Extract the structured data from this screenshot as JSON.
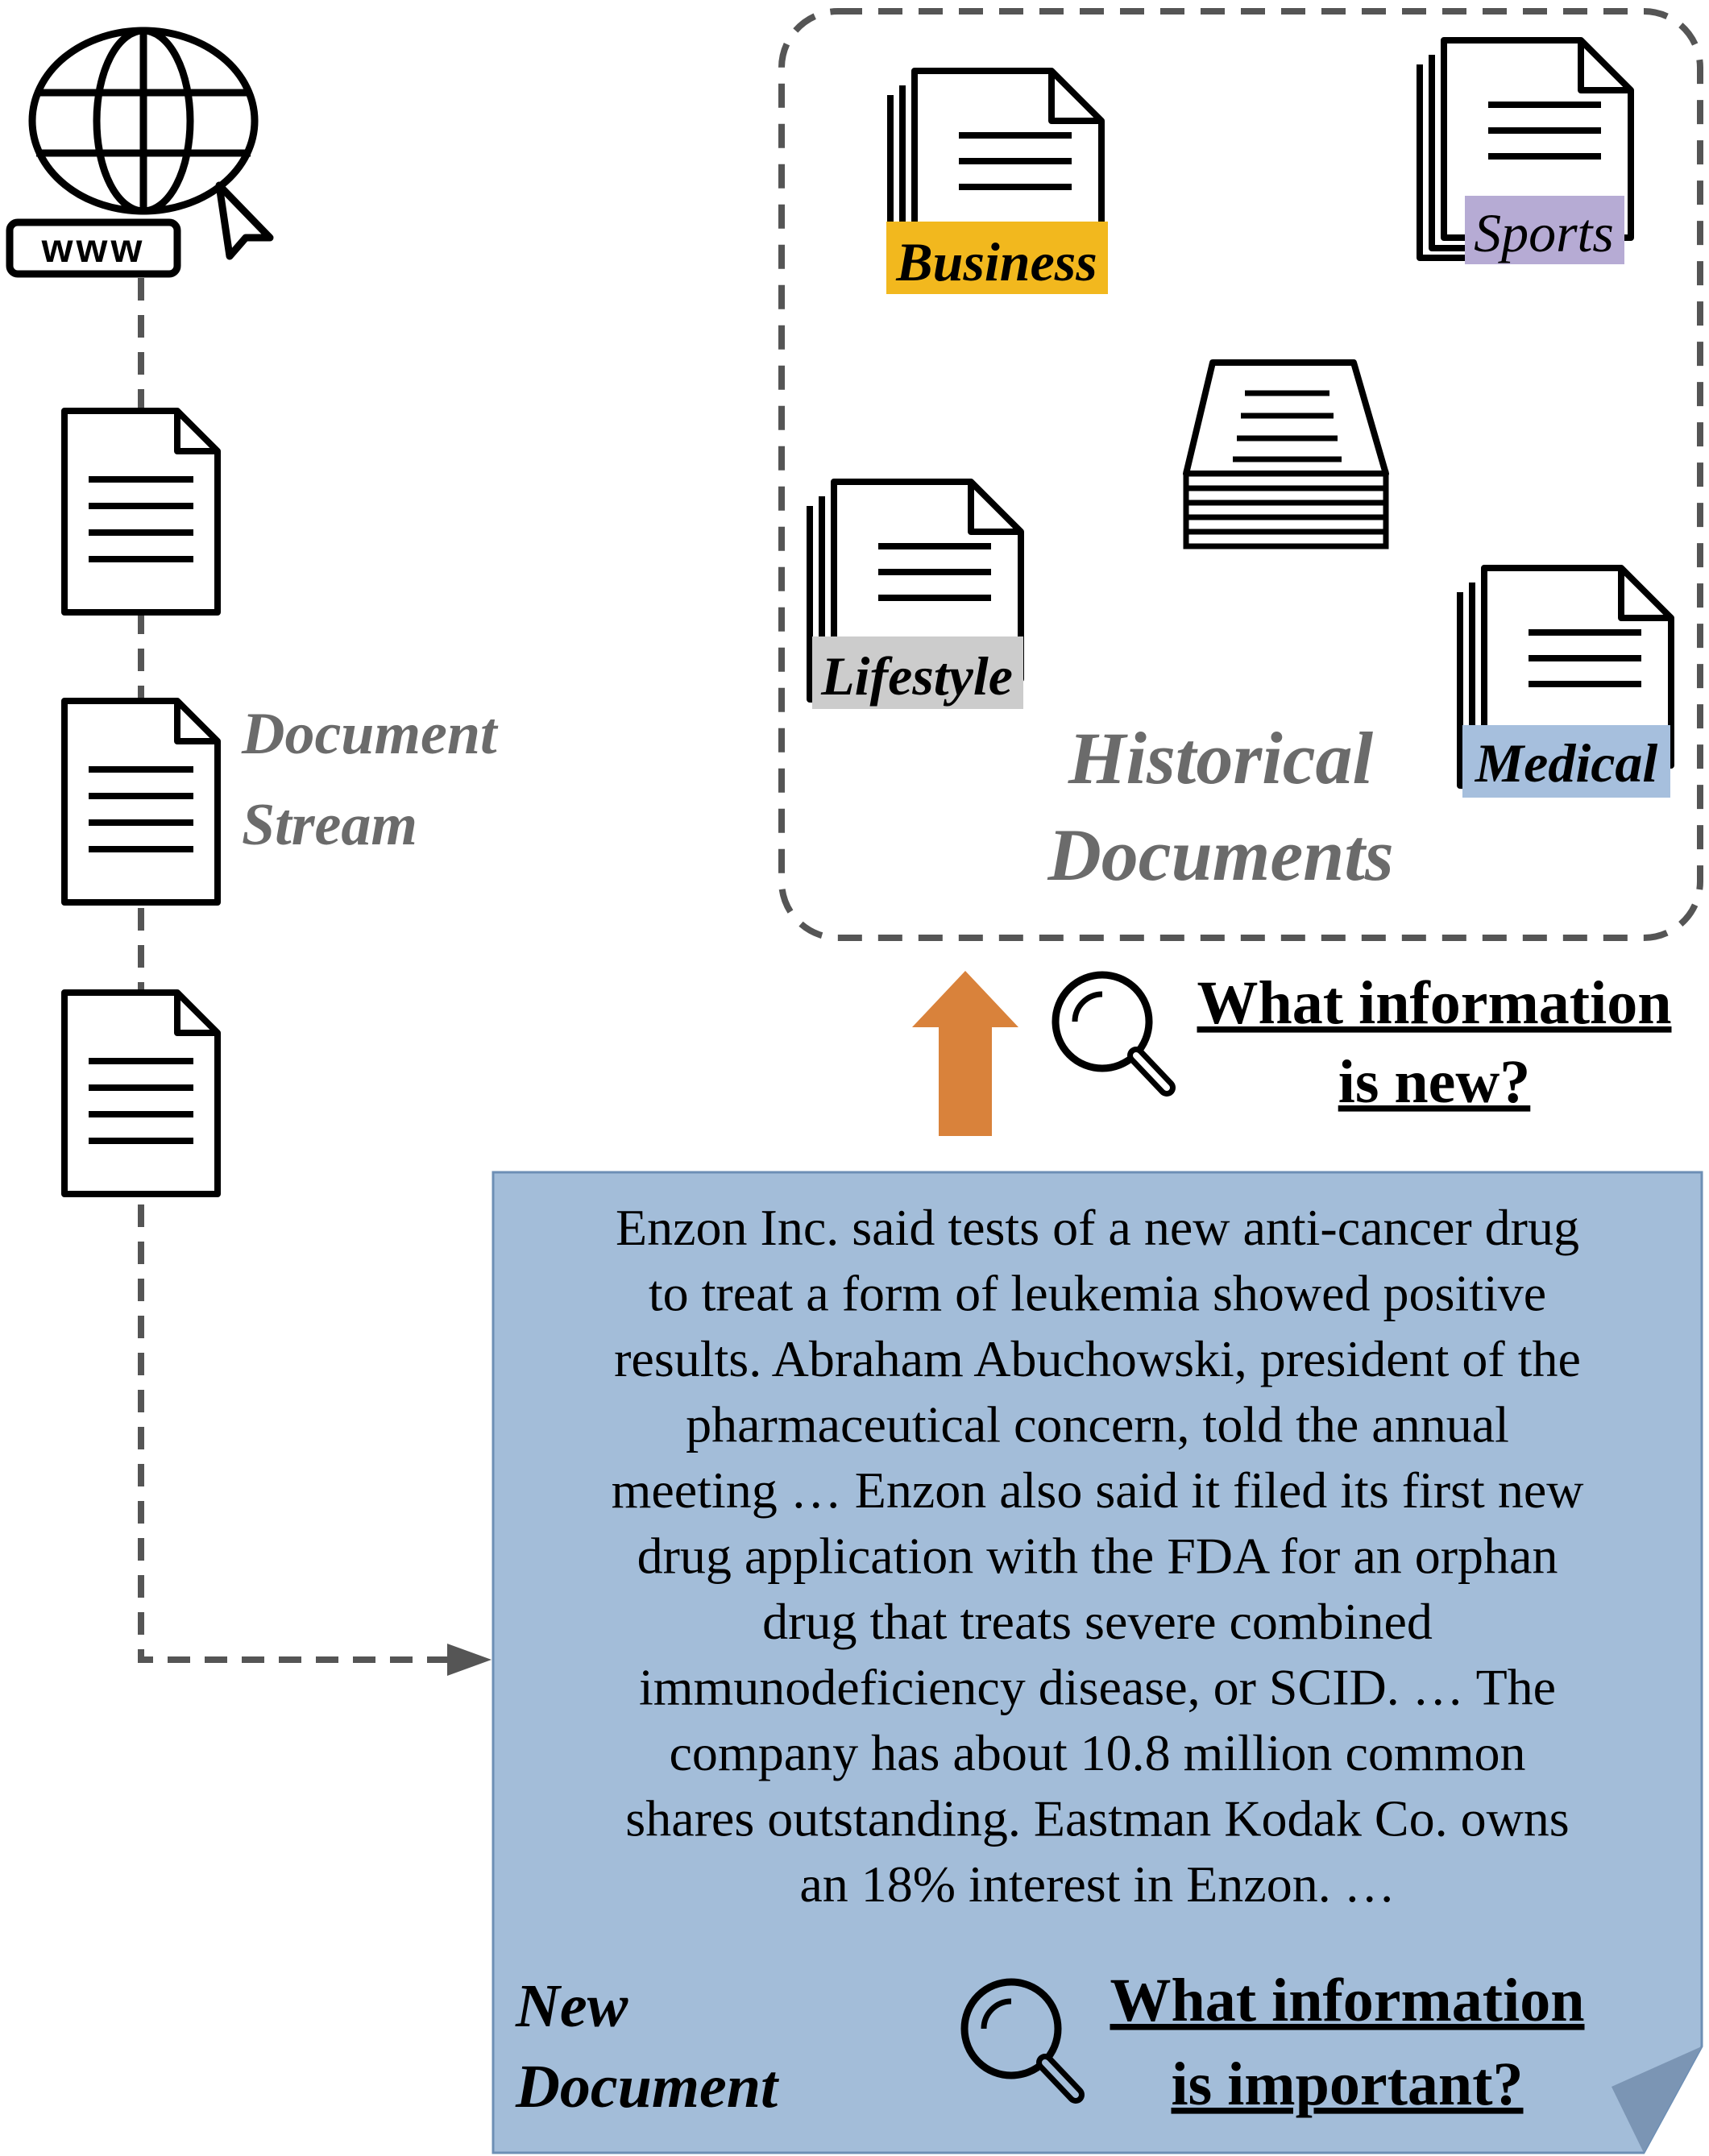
{
  "globe": {
    "label": "www"
  },
  "stream": {
    "label_line1": "Document",
    "label_line2": "Stream"
  },
  "historical": {
    "title_line1": "Historical",
    "title_line2": "Documents",
    "tags": {
      "business": "Business",
      "sports": "Sports",
      "lifestyle": "Lifestyle",
      "medical": "Medical"
    },
    "tag_colors": {
      "business": "#f2b81e",
      "sports": "#b6abd4",
      "lifestyle": "#cccccc",
      "medical": "#a6bfdd"
    }
  },
  "question_new": {
    "line1": "What information",
    "line2": "is new?"
  },
  "arrow_color": "#d9823b",
  "new_document": {
    "background": "#a3bdd9",
    "text_lines": [
      "Enzon Inc. said tests of a new anti-cancer drug",
      "to treat a form of leukemia showed positive",
      "results. Abraham Abuchowski, president of the",
      "pharmaceutical concern, told the annual",
      "meeting … Enzon also said it filed its first new",
      "drug application with the FDA for an orphan",
      "drug that treats severe combined",
      "immunodeficiency disease, or SCID. … The",
      "company has about 10.8 million common",
      "shares outstanding. Eastman Kodak Co. owns",
      "an 18% interest in Enzon. …"
    ],
    "label_line1": "New",
    "label_line2": "Document"
  },
  "question_important": {
    "line1": "What information",
    "line2": "is important?"
  }
}
